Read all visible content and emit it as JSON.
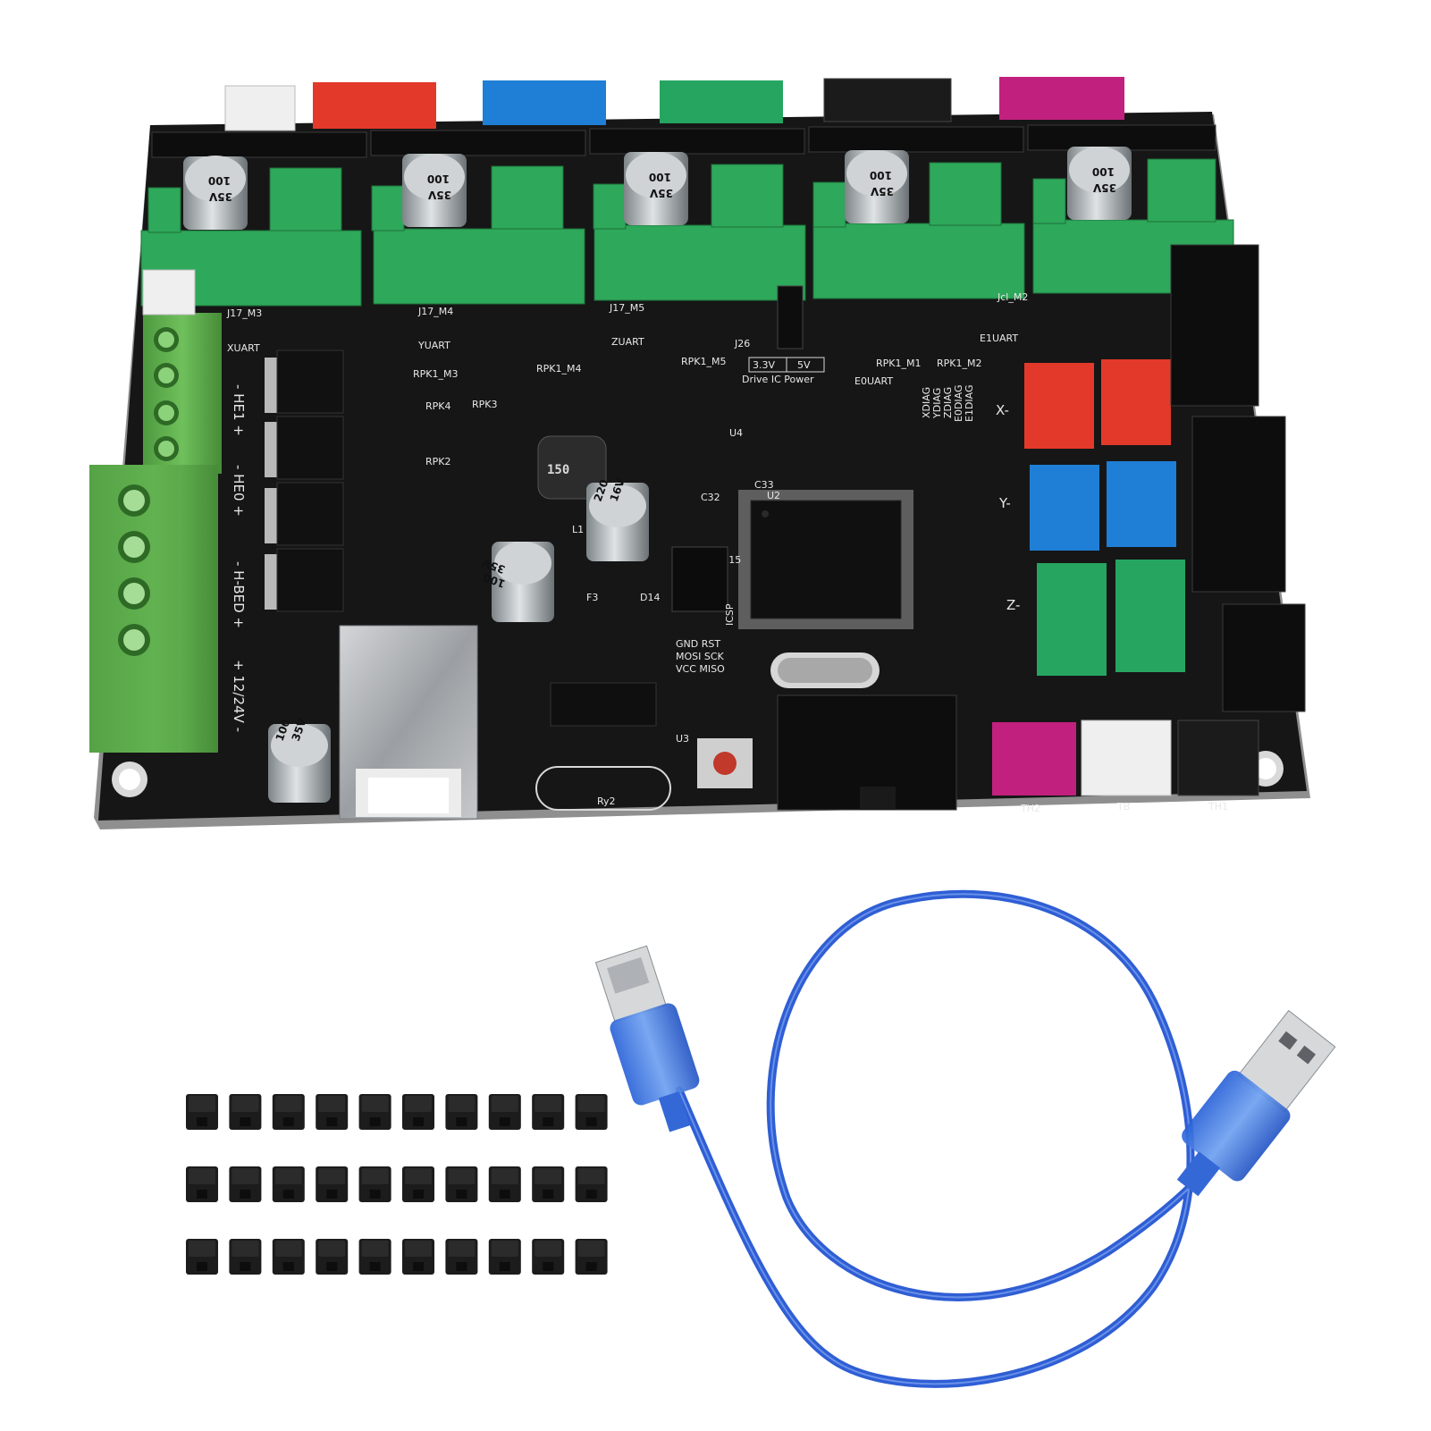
{
  "scene": {
    "description_free": true,
    "colors": {
      "background": "#ffffff",
      "pcb": "#161616",
      "pcb_edge": "#8f8f8f",
      "terminal_green": "#5fae4e",
      "header_green": "#2ea85a",
      "connector_red": "#e3392b",
      "connector_blue": "#1f7ed6",
      "connector_green": "#26a561",
      "connector_black": "#1b1b1b",
      "connector_magenta": "#c2207e",
      "connector_white": "#efefef",
      "usb_cable": "#2f5ed4",
      "jumper": "#1c1c1c"
    }
  },
  "board": {
    "caps_top": [
      {
        "value": "100",
        "voltage": "35V"
      },
      {
        "value": "100",
        "voltage": "35V"
      },
      {
        "value": "100",
        "voltage": "35V"
      },
      {
        "value": "100",
        "voltage": "35V"
      },
      {
        "value": "100",
        "voltage": "35V"
      }
    ],
    "uart_labels": [
      "XUART",
      "YUART",
      "ZUART",
      "E0UART",
      "E1UART"
    ],
    "jumper_labels": [
      "J17_M3",
      "J17_M4",
      "J17_M5",
      "Jcl_M2"
    ],
    "power_labels": {
      "he1": "- HE1 +",
      "he0": "- HE0 +",
      "hbed": "- H-BED +",
      "vin": "+ 12/24V -"
    },
    "drive_ic": {
      "title": "Drive IC Power",
      "v1": "3.3V",
      "v2": "5V"
    },
    "diag_labels": [
      "XDIAG",
      "YDIAG",
      "ZDIAG",
      "E0DIAG",
      "E1DIAG"
    ],
    "axis_labels": [
      "X-",
      "Y-",
      "Z-"
    ],
    "icsp": {
      "label": "ICSP",
      "rows": [
        "GND  RST",
        "MOSI  SCK",
        "VCC  MISO"
      ]
    },
    "inductor": "150",
    "cap_mid1": {
      "value": "220",
      "voltage": "16V"
    },
    "cap_mid2": {
      "value": "100",
      "voltage": "35V"
    },
    "cap_low": {
      "value": "100",
      "voltage": "35V"
    },
    "thermistor_labels": [
      "TH2",
      "TB",
      "TH1"
    ],
    "crystal_label": "Ry2",
    "misc_labels": [
      "RPK1_M3",
      "RPK1_M4",
      "RPK1_M5",
      "RPK1_M1",
      "RPK1_M2",
      "RPK4",
      "RPK3",
      "RPK2",
      "J26",
      "J15",
      "U4",
      "U2",
      "U3",
      "L1",
      "F3",
      "D14",
      "C33",
      "C32"
    ]
  },
  "accessories": {
    "jumper_rows": 3,
    "jumper_cols": 10
  }
}
